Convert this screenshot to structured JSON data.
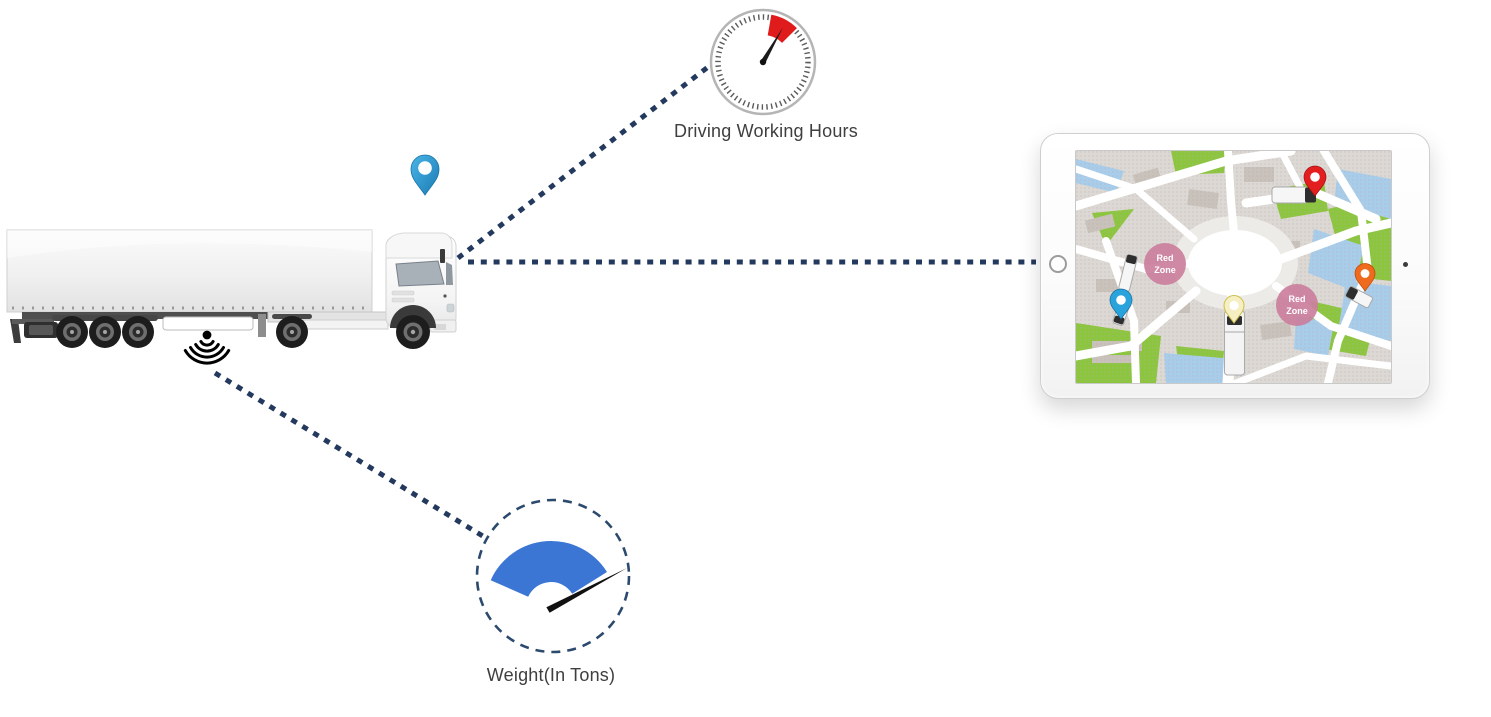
{
  "labels": {
    "driving_hours": "Driving Working Hours",
    "weight": "Weight(In Tons)"
  },
  "connector_color": "#24395e",
  "gauges": {
    "clock_red": "#e01b1b",
    "weight_blue": "#3b76d4"
  },
  "gps_pin_color_top": "#2d9fd8",
  "map": {
    "red_zones": [
      {
        "line1": "Red",
        "line2": "Zone"
      },
      {
        "line1": "Red",
        "line2": "Zone"
      }
    ],
    "pins": [
      {
        "name": "red-pin",
        "color": "#e31e1e"
      },
      {
        "name": "orange-pin",
        "color": "#f06a1d"
      },
      {
        "name": "yellow-pin",
        "color": "#f5efc3"
      },
      {
        "name": "blue-pin",
        "color": "#29a3dc"
      }
    ],
    "colors": {
      "green": "#8cc63e",
      "water": "#a8cdea",
      "block": "#dcd8d3",
      "road": "#ffffff",
      "zone": "#cb7f9c"
    }
  },
  "icons": [
    "truck",
    "signal-waves",
    "gps-pin",
    "clock-gauge",
    "weight-gauge",
    "tablet",
    "map"
  ]
}
